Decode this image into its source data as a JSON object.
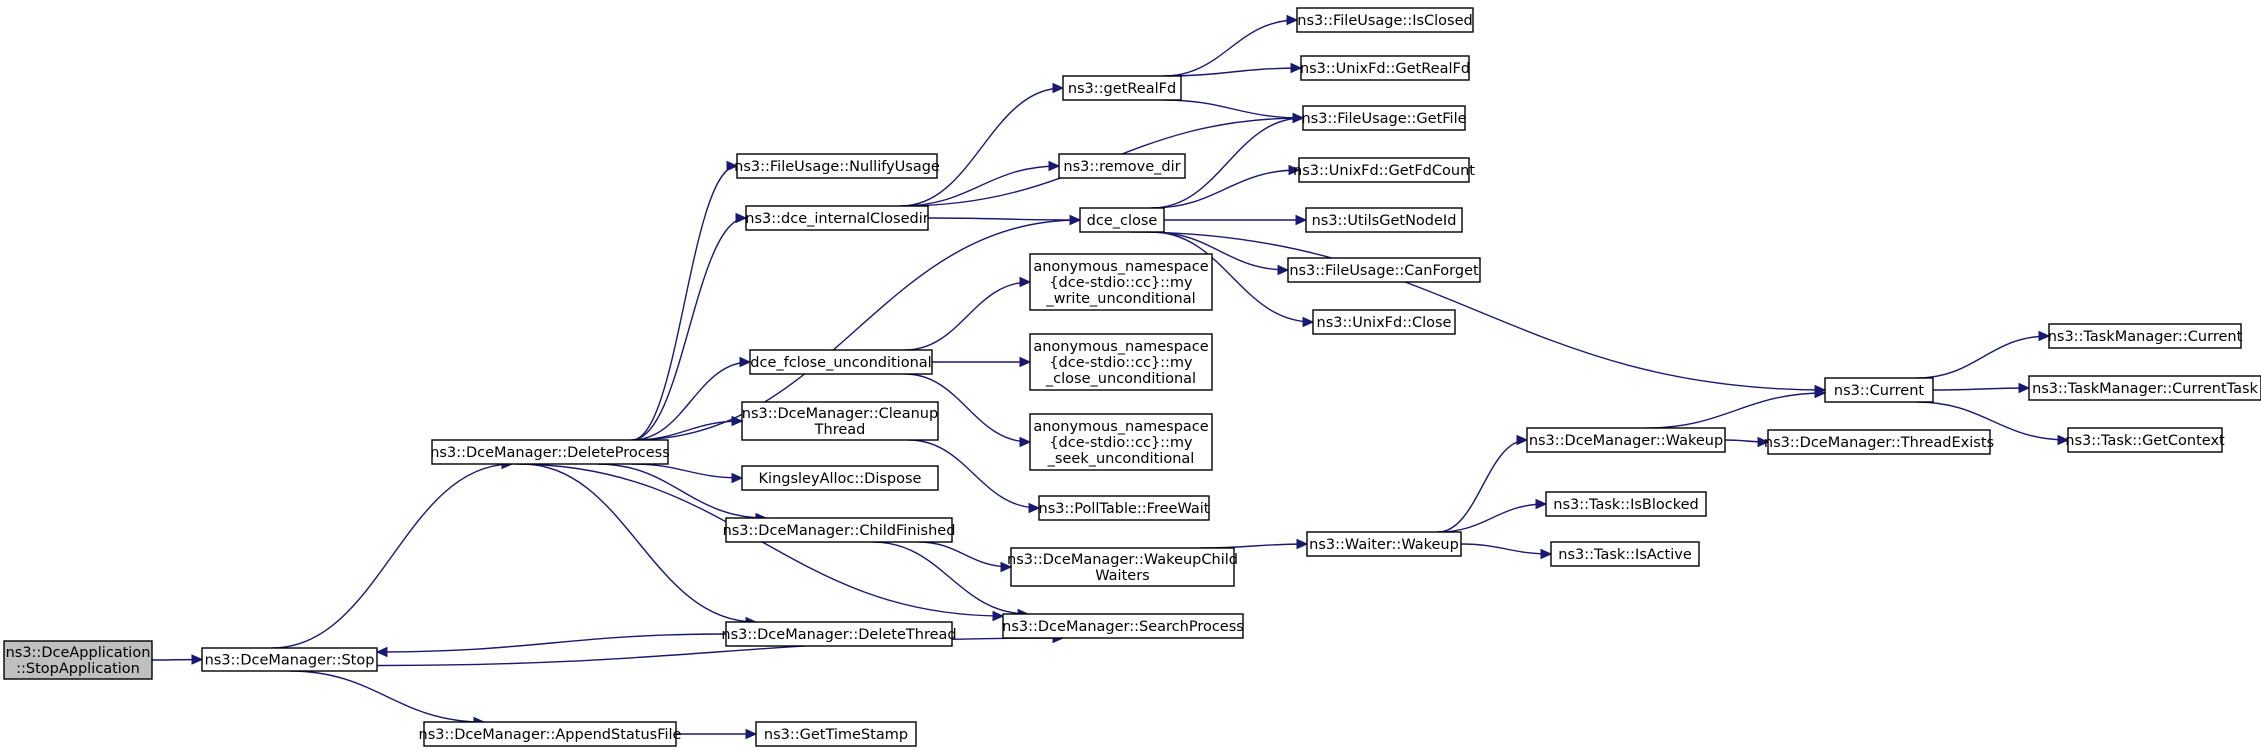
{
  "graph": {
    "colors": {
      "edge": "#191970",
      "node_border": "#000000",
      "root_fill": "#bfbfbf",
      "node_fill": "#ffffff"
    },
    "nodes": [
      {
        "id": "stopapp",
        "lines": [
          "ns3::DceApplication",
          "::StopApplication"
        ],
        "root": true
      },
      {
        "id": "stop",
        "lines": [
          "ns3::DceManager::Stop"
        ]
      },
      {
        "id": "deleteprocess",
        "lines": [
          "ns3::DceManager::DeleteProcess"
        ]
      },
      {
        "id": "appendstatus",
        "lines": [
          "ns3::DceManager::AppendStatusFile"
        ]
      },
      {
        "id": "gettimestamp",
        "lines": [
          "ns3::GetTimeStamp"
        ]
      },
      {
        "id": "nullify",
        "lines": [
          "ns3::FileUsage::NullifyUsage"
        ]
      },
      {
        "id": "closedir",
        "lines": [
          "ns3::dce_internalClosedir"
        ]
      },
      {
        "id": "fclose",
        "lines": [
          "dce_fclose_unconditional"
        ]
      },
      {
        "id": "cleanup",
        "lines": [
          "ns3::DceManager::Cleanup",
          "Thread"
        ]
      },
      {
        "id": "kingsley",
        "lines": [
          "KingsleyAlloc::Dispose"
        ]
      },
      {
        "id": "childfinished",
        "lines": [
          "ns3::DceManager::ChildFinished"
        ]
      },
      {
        "id": "deletethread",
        "lines": [
          "ns3::DceManager::DeleteThread"
        ]
      },
      {
        "id": "getrealfd",
        "lines": [
          "ns3::getRealFd"
        ]
      },
      {
        "id": "removedir",
        "lines": [
          "ns3::remove_dir"
        ]
      },
      {
        "id": "dceclose",
        "lines": [
          "dce_close"
        ]
      },
      {
        "id": "mywrite",
        "lines": [
          "anonymous_namespace",
          "{dce-stdio::cc}::my",
          "_write_unconditional"
        ]
      },
      {
        "id": "myclose",
        "lines": [
          "anonymous_namespace",
          "{dce-stdio::cc}::my",
          "_close_unconditional"
        ]
      },
      {
        "id": "myseek",
        "lines": [
          "anonymous_namespace",
          "{dce-stdio::cc}::my",
          "_seek_unconditional"
        ]
      },
      {
        "id": "freewait",
        "lines": [
          "ns3::PollTable::FreeWait"
        ]
      },
      {
        "id": "wakeupchild",
        "lines": [
          "ns3::DceManager::WakeupChild",
          "Waiters"
        ]
      },
      {
        "id": "searchprocess",
        "lines": [
          "ns3::DceManager::SearchProcess"
        ]
      },
      {
        "id": "isclosed",
        "lines": [
          "ns3::FileUsage::IsClosed"
        ]
      },
      {
        "id": "unixgetrealfd",
        "lines": [
          "ns3::UnixFd::GetRealFd"
        ]
      },
      {
        "id": "getfile",
        "lines": [
          "ns3::FileUsage::GetFile"
        ]
      },
      {
        "id": "getfdcount",
        "lines": [
          "ns3::UnixFd::GetFdCount"
        ]
      },
      {
        "id": "utilsgetnodeid",
        "lines": [
          "ns3::UtilsGetNodeId"
        ]
      },
      {
        "id": "canforget",
        "lines": [
          "ns3::FileUsage::CanForget"
        ]
      },
      {
        "id": "unixclose",
        "lines": [
          "ns3::UnixFd::Close"
        ]
      },
      {
        "id": "waiterwakeup",
        "lines": [
          "ns3::Waiter::Wakeup"
        ]
      },
      {
        "id": "dcewakeup",
        "lines": [
          "ns3::DceManager::Wakeup"
        ]
      },
      {
        "id": "isblocked",
        "lines": [
          "ns3::Task::IsBlocked"
        ]
      },
      {
        "id": "isactive",
        "lines": [
          "ns3::Task::IsActive"
        ]
      },
      {
        "id": "current",
        "lines": [
          "ns3::Current"
        ]
      },
      {
        "id": "threadexists",
        "lines": [
          "ns3::DceManager::ThreadExists"
        ]
      },
      {
        "id": "tmcurrent",
        "lines": [
          "ns3::TaskManager::Current"
        ]
      },
      {
        "id": "tmcurrenttask",
        "lines": [
          "ns3::TaskManager::CurrentTask"
        ]
      },
      {
        "id": "getcontext",
        "lines": [
          "ns3::Task::GetContext"
        ]
      }
    ],
    "edges": [
      {
        "from": "stopapp",
        "to": "stop"
      },
      {
        "from": "stop",
        "to": "deleteprocess"
      },
      {
        "from": "stop",
        "to": "appendstatus"
      },
      {
        "from": "stop",
        "to": "searchprocess"
      },
      {
        "from": "deletethread",
        "to": "stop"
      },
      {
        "from": "appendstatus",
        "to": "gettimestamp"
      },
      {
        "from": "deleteprocess",
        "to": "nullify"
      },
      {
        "from": "deleteprocess",
        "to": "closedir"
      },
      {
        "from": "deleteprocess",
        "to": "dceclose"
      },
      {
        "from": "deleteprocess",
        "to": "fclose"
      },
      {
        "from": "deleteprocess",
        "to": "cleanup"
      },
      {
        "from": "deleteprocess",
        "to": "kingsley"
      },
      {
        "from": "deleteprocess",
        "to": "childfinished"
      },
      {
        "from": "deleteprocess",
        "to": "deletethread"
      },
      {
        "from": "deleteprocess",
        "to": "searchprocess"
      },
      {
        "from": "closedir",
        "to": "getrealfd"
      },
      {
        "from": "closedir",
        "to": "removedir"
      },
      {
        "from": "closedir",
        "to": "dceclose"
      },
      {
        "from": "closedir",
        "to": "getfile"
      },
      {
        "from": "fclose",
        "to": "mywrite"
      },
      {
        "from": "fclose",
        "to": "myclose"
      },
      {
        "from": "fclose",
        "to": "myseek"
      },
      {
        "from": "cleanup",
        "to": "freewait"
      },
      {
        "from": "childfinished",
        "to": "wakeupchild"
      },
      {
        "from": "childfinished",
        "to": "searchprocess"
      },
      {
        "from": "wakeupchild",
        "to": "waiterwakeup"
      },
      {
        "from": "getrealfd",
        "to": "isclosed"
      },
      {
        "from": "getrealfd",
        "to": "unixgetrealfd"
      },
      {
        "from": "getrealfd",
        "to": "getfile"
      },
      {
        "from": "dceclose",
        "to": "getfile"
      },
      {
        "from": "dceclose",
        "to": "getfdcount"
      },
      {
        "from": "dceclose",
        "to": "utilsgetnodeid"
      },
      {
        "from": "dceclose",
        "to": "canforget"
      },
      {
        "from": "dceclose",
        "to": "unixclose"
      },
      {
        "from": "dceclose",
        "to": "current"
      },
      {
        "from": "waiterwakeup",
        "to": "dcewakeup"
      },
      {
        "from": "waiterwakeup",
        "to": "isblocked"
      },
      {
        "from": "waiterwakeup",
        "to": "isactive"
      },
      {
        "from": "dcewakeup",
        "to": "current"
      },
      {
        "from": "dcewakeup",
        "to": "threadexists"
      },
      {
        "from": "current",
        "to": "tmcurrent"
      },
      {
        "from": "current",
        "to": "tmcurrenttask"
      },
      {
        "from": "current",
        "to": "getcontext"
      }
    ]
  }
}
